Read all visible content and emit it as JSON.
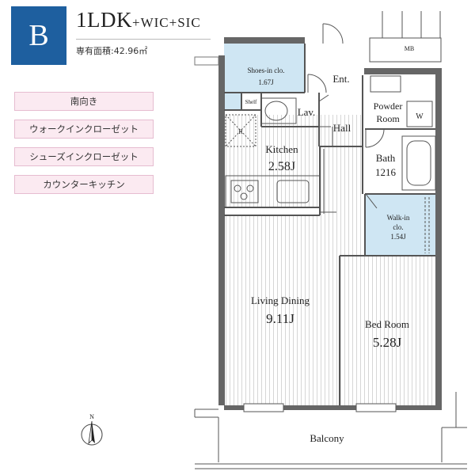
{
  "header": {
    "badge": "B",
    "layout_main": "1LDK",
    "layout_suffix": "+WIC+SIC",
    "area": "専有面積:42.96㎡"
  },
  "features": [
    "南向き",
    "ウォークインクローゼット",
    "シューズインクローゼット",
    "カウンターキッチン"
  ],
  "rooms": {
    "mb": "MB",
    "shoes_line1": "Shoes-in clo.",
    "shoes_line2": "1.67J",
    "entrance": "Ent.",
    "shelf": "Shelf",
    "lavatory": "Lav.",
    "hall": "Hall",
    "powder_line1": "Powder",
    "powder_line2": "Room",
    "washer": "W",
    "refrigerator": "R",
    "kitchen": "Kitchen",
    "kitchen_size": "2.58J",
    "bath": "Bath",
    "bath_size": "1216",
    "walkin_line1": "Walk-in",
    "walkin_line2": "clo.",
    "walkin_size": "1.54J",
    "living": "Living Dining",
    "living_size": "9.11J",
    "bedroom": "Bed Room",
    "bedroom_size": "5.28J",
    "balcony": "Balcony",
    "north": "N"
  },
  "colors": {
    "badge": "#1e5f9f",
    "closet_fill": "#cfe6f3",
    "feature_fill": "#fbeaf1"
  }
}
